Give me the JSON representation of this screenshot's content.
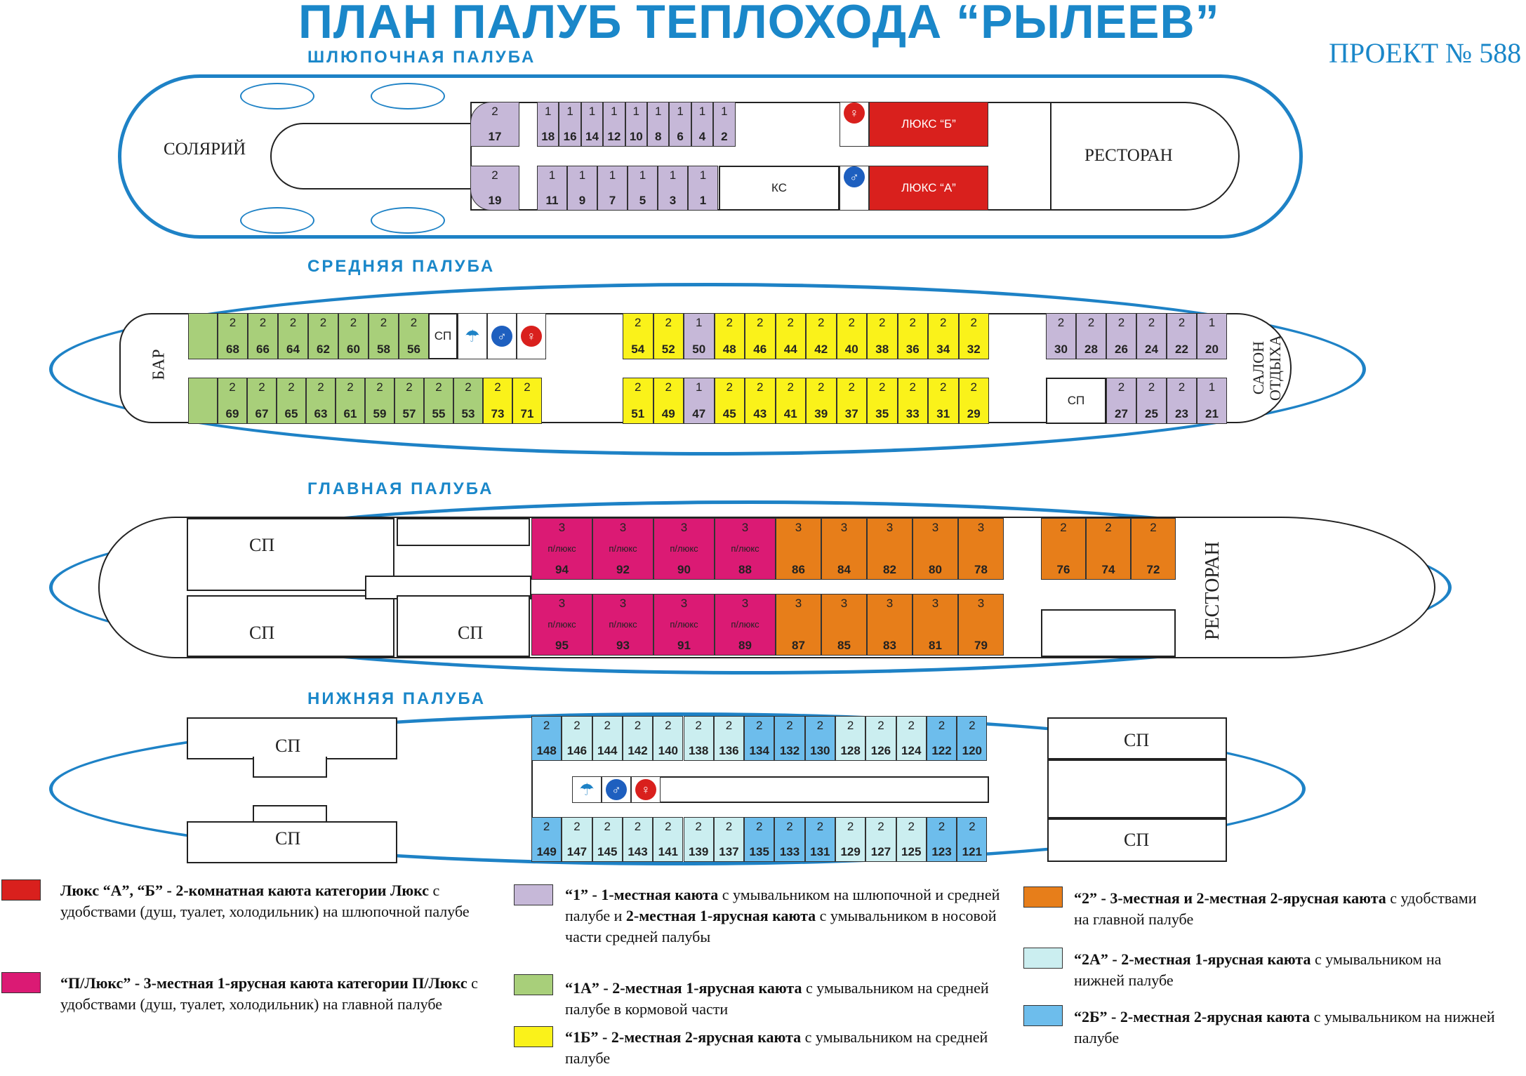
{
  "title": "ПЛАН ПАЛУБ ТЕПЛОХОДА “РЫЛЕЕВ”",
  "project": "ПРОЕКТ № 588",
  "colors": {
    "hull": "#1e82c6",
    "lux": "#d9201d",
    "cat1": "#c6b8d8",
    "cat1a": "#a8cf7a",
    "cat1b": "#faf21a",
    "plux": "#db1a74",
    "cat2": "#e77e1a",
    "cat2a": "#cbeef0",
    "cat2b": "#6dbdec"
  },
  "decks": {
    "boat": {
      "label": "ШЛЮПОЧНАЯ ПАЛУБА",
      "solarium": "СОЛЯРИЙ",
      "restaurant": "РЕСТОРАН",
      "ks": "КС",
      "lux_b": "ЛЮКС “Б”",
      "lux_a": "ЛЮКС “А”",
      "top": [
        {
          "cap": "2",
          "num": "17",
          "cat": "1"
        },
        {
          "cap": "1",
          "num": "18",
          "cat": "1"
        },
        {
          "cap": "1",
          "num": "16",
          "cat": "1"
        },
        {
          "cap": "1",
          "num": "14",
          "cat": "1"
        },
        {
          "cap": "1",
          "num": "12",
          "cat": "1"
        },
        {
          "cap": "1",
          "num": "10",
          "cat": "1"
        },
        {
          "cap": "1",
          "num": "8",
          "cat": "1"
        },
        {
          "cap": "1",
          "num": "6",
          "cat": "1"
        },
        {
          "cap": "1",
          "num": "4",
          "cat": "1"
        },
        {
          "cap": "1",
          "num": "2",
          "cat": "1"
        }
      ],
      "bottom": [
        {
          "cap": "2",
          "num": "19",
          "cat": "1"
        },
        {
          "cap": "1",
          "num": "11",
          "cat": "1"
        },
        {
          "cap": "1",
          "num": "9",
          "cat": "1"
        },
        {
          "cap": "1",
          "num": "7",
          "cat": "1"
        },
        {
          "cap": "1",
          "num": "5",
          "cat": "1"
        },
        {
          "cap": "1",
          "num": "3",
          "cat": "1"
        },
        {
          "cap": "1",
          "num": "1",
          "cat": "1"
        }
      ]
    },
    "middle": {
      "label": "СРЕДНЯЯ ПАЛУБА",
      "bar": "БАР",
      "salon": "САЛОН ОТДЫХА",
      "sp": "СП",
      "top_aft": [
        {
          "cap": "2",
          "num": "68"
        },
        {
          "cap": "2",
          "num": "66"
        },
        {
          "cap": "2",
          "num": "64"
        },
        {
          "cap": "2",
          "num": "62"
        },
        {
          "cap": "2",
          "num": "60"
        },
        {
          "cap": "2",
          "num": "58"
        },
        {
          "cap": "2",
          "num": "56"
        }
      ],
      "bottom_aft": [
        {
          "cap": "2",
          "num": "69",
          "cat": "1a"
        },
        {
          "cap": "2",
          "num": "67",
          "cat": "1a"
        },
        {
          "cap": "2",
          "num": "65",
          "cat": "1a"
        },
        {
          "cap": "2",
          "num": "63",
          "cat": "1a"
        },
        {
          "cap": "2",
          "num": "61",
          "cat": "1a"
        },
        {
          "cap": "2",
          "num": "59",
          "cat": "1a"
        },
        {
          "cap": "2",
          "num": "57",
          "cat": "1a"
        },
        {
          "cap": "2",
          "num": "55",
          "cat": "1a"
        },
        {
          "cap": "2",
          "num": "53",
          "cat": "1a"
        },
        {
          "cap": "2",
          "num": "73",
          "cat": "1b"
        },
        {
          "cap": "2",
          "num": "71",
          "cat": "1b"
        }
      ],
      "top_mid": [
        {
          "cap": "2",
          "num": "54",
          "cat": "1b"
        },
        {
          "cap": "2",
          "num": "52",
          "cat": "1b"
        },
        {
          "cap": "1",
          "num": "50",
          "cat": "1"
        },
        {
          "cap": "2",
          "num": "48",
          "cat": "1b"
        },
        {
          "cap": "2",
          "num": "46",
          "cat": "1b"
        },
        {
          "cap": "2",
          "num": "44",
          "cat": "1b"
        },
        {
          "cap": "2",
          "num": "42",
          "cat": "1b"
        },
        {
          "cap": "2",
          "num": "40",
          "cat": "1b"
        },
        {
          "cap": "2",
          "num": "38",
          "cat": "1b"
        },
        {
          "cap": "2",
          "num": "36",
          "cat": "1b"
        },
        {
          "cap": "2",
          "num": "34",
          "cat": "1b"
        },
        {
          "cap": "2",
          "num": "32",
          "cat": "1b"
        }
      ],
      "bottom_mid": [
        {
          "cap": "2",
          "num": "51",
          "cat": "1b"
        },
        {
          "cap": "2",
          "num": "49",
          "cat": "1b"
        },
        {
          "cap": "1",
          "num": "47",
          "cat": "1"
        },
        {
          "cap": "2",
          "num": "45",
          "cat": "1b"
        },
        {
          "cap": "2",
          "num": "43",
          "cat": "1b"
        },
        {
          "cap": "2",
          "num": "41",
          "cat": "1b"
        },
        {
          "cap": "2",
          "num": "39",
          "cat": "1b"
        },
        {
          "cap": "2",
          "num": "37",
          "cat": "1b"
        },
        {
          "cap": "2",
          "num": "35",
          "cat": "1b"
        },
        {
          "cap": "2",
          "num": "33",
          "cat": "1b"
        },
        {
          "cap": "2",
          "num": "31",
          "cat": "1b"
        },
        {
          "cap": "2",
          "num": "29",
          "cat": "1b"
        }
      ],
      "top_fwd": [
        {
          "cap": "2",
          "num": "30"
        },
        {
          "cap": "2",
          "num": "28"
        },
        {
          "cap": "2",
          "num": "26"
        },
        {
          "cap": "2",
          "num": "24"
        },
        {
          "cap": "2",
          "num": "22"
        },
        {
          "cap": "1",
          "num": "20"
        }
      ],
      "bottom_fwd": [
        {
          "cap": "2",
          "num": "27"
        },
        {
          "cap": "2",
          "num": "25"
        },
        {
          "cap": "2",
          "num": "23"
        },
        {
          "cap": "1",
          "num": "21"
        }
      ]
    },
    "main": {
      "label": "ГЛАВНАЯ ПАЛУБА",
      "sp": "СП",
      "restaurant": "РЕСТОРАН",
      "plux_sub": "п/люкс",
      "top_plux": [
        {
          "cap": "3",
          "num": "94"
        },
        {
          "cap": "3",
          "num": "92"
        },
        {
          "cap": "3",
          "num": "90"
        },
        {
          "cap": "3",
          "num": "88"
        }
      ],
      "bottom_plux": [
        {
          "cap": "3",
          "num": "95"
        },
        {
          "cap": "3",
          "num": "93"
        },
        {
          "cap": "3",
          "num": "91"
        },
        {
          "cap": "3",
          "num": "89"
        }
      ],
      "top_2": [
        {
          "cap": "3",
          "num": "86"
        },
        {
          "cap": "3",
          "num": "84"
        },
        {
          "cap": "3",
          "num": "82"
        },
        {
          "cap": "3",
          "num": "80"
        },
        {
          "cap": "3",
          "num": "78"
        }
      ],
      "bottom_2": [
        {
          "cap": "3",
          "num": "87"
        },
        {
          "cap": "3",
          "num": "85"
        },
        {
          "cap": "3",
          "num": "83"
        },
        {
          "cap": "3",
          "num": "81"
        },
        {
          "cap": "3",
          "num": "79"
        }
      ],
      "fwd_2": [
        {
          "cap": "2",
          "num": "76"
        },
        {
          "cap": "2",
          "num": "74"
        },
        {
          "cap": "2",
          "num": "72"
        }
      ]
    },
    "lower": {
      "label": "НИЖНЯЯ ПАЛУБА",
      "sp": "СП",
      "top": [
        {
          "cap": "2",
          "num": "148",
          "cat": "2b"
        },
        {
          "cap": "2",
          "num": "146",
          "cat": "2a"
        },
        {
          "cap": "2",
          "num": "144",
          "cat": "2a"
        },
        {
          "cap": "2",
          "num": "142",
          "cat": "2a"
        },
        {
          "cap": "2",
          "num": "140",
          "cat": "2a"
        },
        {
          "cap": "2",
          "num": "138",
          "cat": "2a"
        },
        {
          "cap": "2",
          "num": "136",
          "cat": "2a"
        },
        {
          "cap": "2",
          "num": "134",
          "cat": "2b"
        },
        {
          "cap": "2",
          "num": "132",
          "cat": "2b"
        },
        {
          "cap": "2",
          "num": "130",
          "cat": "2b"
        },
        {
          "cap": "2",
          "num": "128",
          "cat": "2a"
        },
        {
          "cap": "2",
          "num": "126",
          "cat": "2a"
        },
        {
          "cap": "2",
          "num": "124",
          "cat": "2a"
        },
        {
          "cap": "2",
          "num": "122",
          "cat": "2b"
        },
        {
          "cap": "2",
          "num": "120",
          "cat": "2b"
        }
      ],
      "bottom": [
        {
          "cap": "2",
          "num": "149",
          "cat": "2b"
        },
        {
          "cap": "2",
          "num": "147",
          "cat": "2a"
        },
        {
          "cap": "2",
          "num": "145",
          "cat": "2a"
        },
        {
          "cap": "2",
          "num": "143",
          "cat": "2a"
        },
        {
          "cap": "2",
          "num": "141",
          "cat": "2a"
        },
        {
          "cap": "2",
          "num": "139",
          "cat": "2a"
        },
        {
          "cap": "2",
          "num": "137",
          "cat": "2a"
        },
        {
          "cap": "2",
          "num": "135",
          "cat": "2b"
        },
        {
          "cap": "2",
          "num": "133",
          "cat": "2b"
        },
        {
          "cap": "2",
          "num": "131",
          "cat": "2b"
        },
        {
          "cap": "2",
          "num": "129",
          "cat": "2a"
        },
        {
          "cap": "2",
          "num": "127",
          "cat": "2a"
        },
        {
          "cap": "2",
          "num": "125",
          "cat": "2a"
        },
        {
          "cap": "2",
          "num": "123",
          "cat": "2b"
        },
        {
          "cap": "2",
          "num": "121",
          "cat": "2b"
        }
      ]
    }
  },
  "legend": {
    "lux": {
      "b1": "Люкс “А”, “Б” - 2-комнатная каюта категории Люкс",
      "t1": " с удобствами (душ, туалет, холодильник) на шлюпочной палубе"
    },
    "plux": {
      "b1": "“П/Люкс” - 3-местная 1-ярусная каюта категории П/Люкс",
      "t1": " с удобствами (душ, туалет, холодильник) на главной палубе"
    },
    "cat1": {
      "b1": "“1” - 1-местная каюта",
      "t1": " с умывальником на шлюпочной и средней палубе и ",
      "b2": "2-местная 1-ярусная каюта",
      "t2": " с умывальником в носовой части средней палубы"
    },
    "cat1a": {
      "b1": "“1А” - 2-местная 1-ярусная каюта",
      "t1": " с умывальником на средней палубе в кормовой части"
    },
    "cat1b": {
      "b1": "“1Б” - 2-местная 2-ярусная каюта",
      "t1": " с умывальником на средней палубе"
    },
    "cat2": {
      "b1": "“2” - 3-местная и 2-местная 2-ярусная каюта",
      "t1": " с удобствами на главной палубе"
    },
    "cat2a": {
      "b1": "“2А” - 2-местная 1-ярусная каюта",
      "t1": " с умывальником на нижней палубе"
    },
    "cat2b": {
      "b1": "“2Б” - 2-местная 2-ярусная каюта",
      "t1": " с умывальником на нижней палубе"
    }
  }
}
